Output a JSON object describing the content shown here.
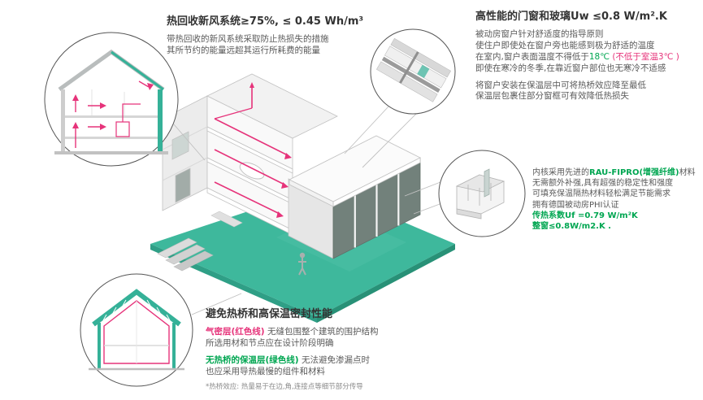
{
  "colors": {
    "teal": "#35b198",
    "magenta": "#e6337a",
    "green_text": "#00a651",
    "dark_text": "#333333"
  },
  "ventilation": {
    "title": "热回收新风系统≥75%, ≤ 0.45 Wh/m³",
    "line1": "带热回收的新风系统采取防止热损失的措施",
    "line2": "其所节约的能量远超其运行所耗费的能量"
  },
  "windows": {
    "title_main": "高性能的门窗和玻璃",
    "title_value": "Uw ≤0.8 W/m².K",
    "p1": "被动房窗户针对舒适度的指导原则",
    "p2": "使住户即使处在窗户旁也能感到极为舒适的温度",
    "p3_pre": "在室内,窗户表面温度不得低于",
    "p3_temp": "18℃",
    "p3_note": " (不低于室温3℃ )",
    "p4": "即使在寒冷的冬季,在靠近窗户部位也无寒冷不适感",
    "p5": "将窗户安装在保温层中可将热桥效应降至最低",
    "p6": "保温层包裹住部分窗框可有效降低热损失"
  },
  "profile": {
    "l1_pre": "内核采用先进的",
    "l1_brand": "RAU-FIPRO(增强纤维)",
    "l1_post": "材料",
    "l2": "无需额外补强,具有超强的稳定性和强度",
    "l3": "可填充保温隔热材料轻松满足节能需求",
    "l4": "拥有德国被动房PHI认证",
    "l5": "传热系数Uf =0.79 W/m²K",
    "l6": "整窗≤0.8W/m2.K ."
  },
  "thermal": {
    "title": "避免热桥和高保温密封性能",
    "l1_label": "气密层(红色线)",
    "l1_rest": " 无缝包围整个建筑的围护结构",
    "l2": "所选用材和节点应在设计阶段明确",
    "l3_label": "无热桥的保温层(绿色线)",
    "l3_rest": " 无法避免渗漏点时",
    "l4": "也应采用导热最慢的组件和材料",
    "note": "*热桥效应: 热量易于在边,角,连接点等细节部分传导"
  }
}
